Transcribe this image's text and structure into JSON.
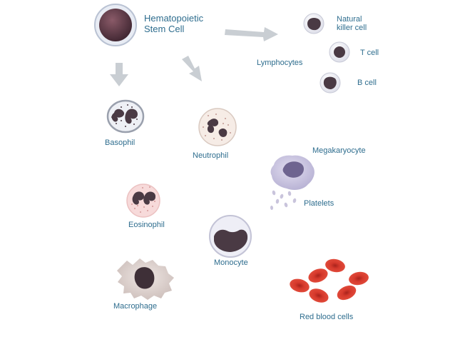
{
  "colors": {
    "label_text": "#2e6d8e",
    "arrow": "#c9ced3",
    "nucleus": "#4a3a44",
    "red_blood_cell": "#d23a2e",
    "megakaryocyte": "#b8b2d6"
  },
  "labels": {
    "stem_cell_line1": "Hematopoietic",
    "stem_cell_line2": "Stem Cell",
    "natural_killer_line1": "Natural",
    "natural_killer_line2": "killer cell",
    "t_cell": "T cell",
    "b_cell": "B cell",
    "lymphocytes": "Lymphocytes",
    "basophil": "Basophil",
    "neutrophil": "Neutrophil",
    "megakaryocyte": "Megakaryocyte",
    "platelets": "Platelets",
    "eosinophil": "Eosinophil",
    "monocyte": "Monocyte",
    "macrophage": "Macrophage",
    "red_blood_cells": "Red blood cells"
  }
}
